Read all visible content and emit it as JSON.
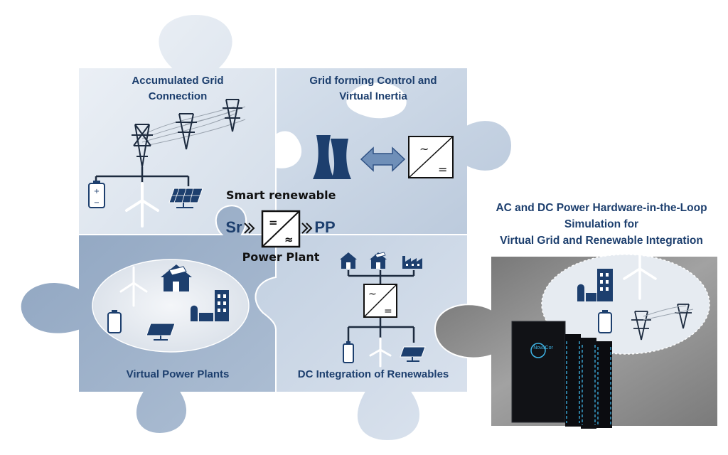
{
  "labels": {
    "grid_connection": [
      "Accumulated Grid",
      "Connection"
    ],
    "grid_forming": [
      "Grid forming Control and",
      "Virtual Inertia"
    ],
    "virtual_power_plants": "Virtual Power Plants",
    "dc_integration": "DC Integration of Renewables",
    "phil": [
      "AC and DC Power Hardware-in-the-Loop",
      "Simulation for",
      "Virtual Grid and Renewable Integration"
    ]
  },
  "center": {
    "top": "Smart renewable",
    "left": "Sr",
    "right": "PP",
    "bottom": "Power Plant"
  },
  "rack_logo": "NovaCor",
  "colors": {
    "navy": "#1d3f6e",
    "piece_light": "#dde5ef",
    "piece_mid": "#c5d3e3",
    "piece_dark": "#aebfd4",
    "rack": "#0f1014",
    "rack_glow": "#3fb6e8"
  }
}
